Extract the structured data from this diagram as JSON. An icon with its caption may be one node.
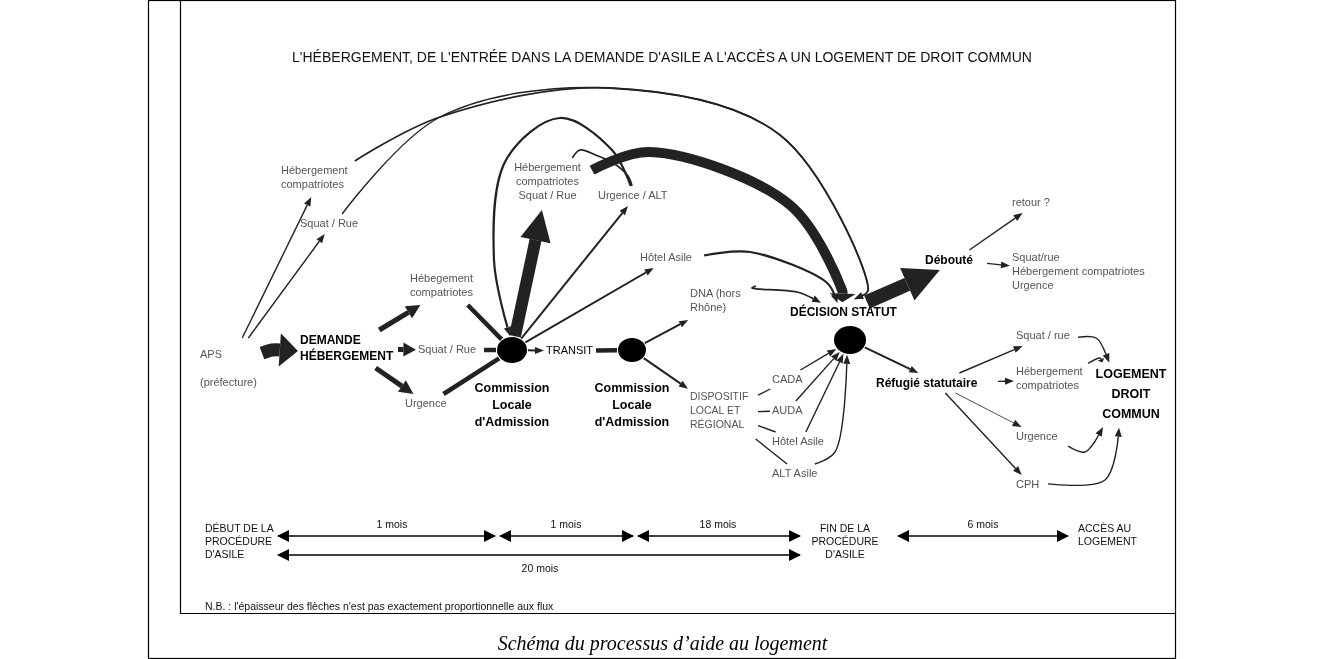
{
  "diagram": {
    "title": "L'HÉBERGEMENT, DE L'ENTRÉE DANS LA DEMANDE D'ASILE A L'ACCÈS A UN LOGEMENT DE DROIT COMMUN",
    "caption": "Schéma du processus d’aide au logement",
    "nodes": [
      {
        "text": [
          "APS (préfecture)"
        ]
      },
      {
        "text": [
          "DEMANDE HÉBERGEMENT"
        ]
      },
      {
        "text": [
          "Hébergement compatriotes"
        ]
      },
      {
        "text": [
          "Squat / Rue"
        ]
      },
      {
        "text": [
          "Hébegement compatriotes"
        ]
      },
      {
        "text": [
          "Squat / Rue"
        ]
      },
      {
        "text": [
          "Urgence"
        ]
      },
      {
        "text": [],
        "shape": "circle",
        "beside": [
          "Commission Locale d'Admission"
        ]
      },
      {
        "text": [
          "Hébergement compatriotes",
          "Squat / Rue"
        ]
      },
      {
        "text": [
          "Urgence / ALT"
        ]
      },
      {
        "text": [
          "Hôtel Asile"
        ]
      },
      {
        "text": [
          "TRANSIT"
        ]
      },
      {
        "text": [],
        "shape": "circle",
        "beside": [
          "Commission Locale d'Admission"
        ]
      },
      {
        "text": [
          "DNA (hors Rhône)"
        ]
      },
      {
        "text": [
          "DISPOSITIF LOCAL ET RÉGIONAL"
        ]
      },
      {
        "text": [
          "CADA"
        ]
      },
      {
        "text": [
          "AUDA"
        ]
      },
      {
        "text": [
          "Hôtel Asile"
        ]
      },
      {
        "text": [
          "ALT Asile"
        ]
      },
      {
        "text": [
          "DÉCISION STATUT"
        ]
      },
      {
        "text": [
          "Débouté"
        ]
      },
      {
        "text": [
          "retour ?"
        ]
      },
      {
        "text": [
          "Squat/rue",
          "Hébergement compatriotes",
          "Urgence"
        ]
      },
      {
        "text": [
          "Réfugié statutaire"
        ]
      },
      {
        "text": [
          "Squat / rue"
        ]
      },
      {
        "text": [
          "Hébergement compatriotes"
        ]
      },
      {
        "text": [
          "Urgence"
        ]
      },
      {
        "text": [
          "CPH"
        ]
      },
      {
        "text": [
          "LOGEMENT DROIT COMMUN"
        ]
      }
    ],
    "edges": [
      {
        "from": 0,
        "to": 1,
        "arrow": "to",
        "style": "thick"
      },
      {
        "from": 0,
        "to": 2,
        "arrow": "to"
      },
      {
        "from": 0,
        "to": 3,
        "arrow": "to"
      },
      {
        "from": 1,
        "to": 4,
        "arrow": "to",
        "style": "thick"
      },
      {
        "from": 1,
        "to": 5,
        "arrow": "to",
        "style": "thick"
      },
      {
        "from": 1,
        "to": 6,
        "arrow": "to",
        "style": "thick"
      },
      {
        "from": 4,
        "to": 7,
        "arrow": "none",
        "style": "thick"
      },
      {
        "from": 5,
        "to": 7,
        "arrow": "none",
        "style": "thick"
      },
      {
        "from": 6,
        "to": 7,
        "arrow": "none",
        "style": "thick"
      },
      {
        "from": 7,
        "to": 8,
        "arrow": "to",
        "style": "thick"
      },
      {
        "from": 7,
        "to": 9,
        "arrow": "to"
      },
      {
        "from": 7,
        "to": 10,
        "arrow": "to"
      },
      {
        "from": 9,
        "to": 7,
        "arrow": "to"
      },
      {
        "from": 8,
        "to": 19,
        "arrow": "to",
        "style": "thick"
      },
      {
        "from": 2,
        "to": 19,
        "arrow": "to"
      },
      {
        "from": 3,
        "to": 19,
        "arrow": "to"
      },
      {
        "from": 10,
        "to": 19,
        "arrow": "to"
      },
      {
        "from": 7,
        "to": 11,
        "arrow": "to"
      },
      {
        "from": 11,
        "to": 12,
        "arrow": "none",
        "style": "thick"
      },
      {
        "from": 12,
        "to": 13,
        "arrow": "to"
      },
      {
        "from": 12,
        "to": 14,
        "arrow": "to"
      },
      {
        "from": 13,
        "to": 19,
        "arrow": "to"
      },
      {
        "from": 14,
        "to": 15,
        "arrow": "none"
      },
      {
        "from": 14,
        "to": 16,
        "arrow": "none"
      },
      {
        "from": 14,
        "to": 17,
        "arrow": "none"
      },
      {
        "from": 14,
        "to": 18,
        "arrow": "none"
      },
      {
        "from": 15,
        "to": 19,
        "arrow": "to"
      },
      {
        "from": 16,
        "to": 19,
        "arrow": "to"
      },
      {
        "from": 17,
        "to": 19,
        "arrow": "to"
      },
      {
        "from": 18,
        "to": 19,
        "arrow": "to"
      },
      {
        "from": 19,
        "to": 20,
        "arrow": "to",
        "style": "thick"
      },
      {
        "from": 19,
        "to": 23,
        "arrow": "to"
      },
      {
        "from": 20,
        "to": 21,
        "arrow": "to"
      },
      {
        "from": 20,
        "to": 22,
        "arrow": "to"
      },
      {
        "from": 23,
        "to": 24,
        "arrow": "to"
      },
      {
        "from": 23,
        "to": 25,
        "arrow": "to"
      },
      {
        "from": 23,
        "to": 26,
        "arrow": "to"
      },
      {
        "from": 23,
        "to": 27,
        "arrow": "to"
      },
      {
        "from": 24,
        "to": 28,
        "arrow": "to"
      },
      {
        "from": 25,
        "to": 28,
        "arrow": "to"
      },
      {
        "from": 26,
        "to": 28,
        "arrow": "to"
      },
      {
        "from": 27,
        "to": 28,
        "arrow": "to"
      },
      {
        "from": 8,
        "to": 9,
        "arrow": "none"
      }
    ],
    "labels": [
      "DÉBUT DE LA PROCÉDURE D'ASILE",
      "1 mois",
      "1 mois",
      "18 mois",
      "FIN DE LA PROCÉDURE D'ASILE",
      "6 mois",
      "ACCÈS AU LOGEMENT",
      "20 mois",
      "N.B. : l'épaisseur des flèches n'est pas exactement proportionnelle aux flux"
    ]
  }
}
